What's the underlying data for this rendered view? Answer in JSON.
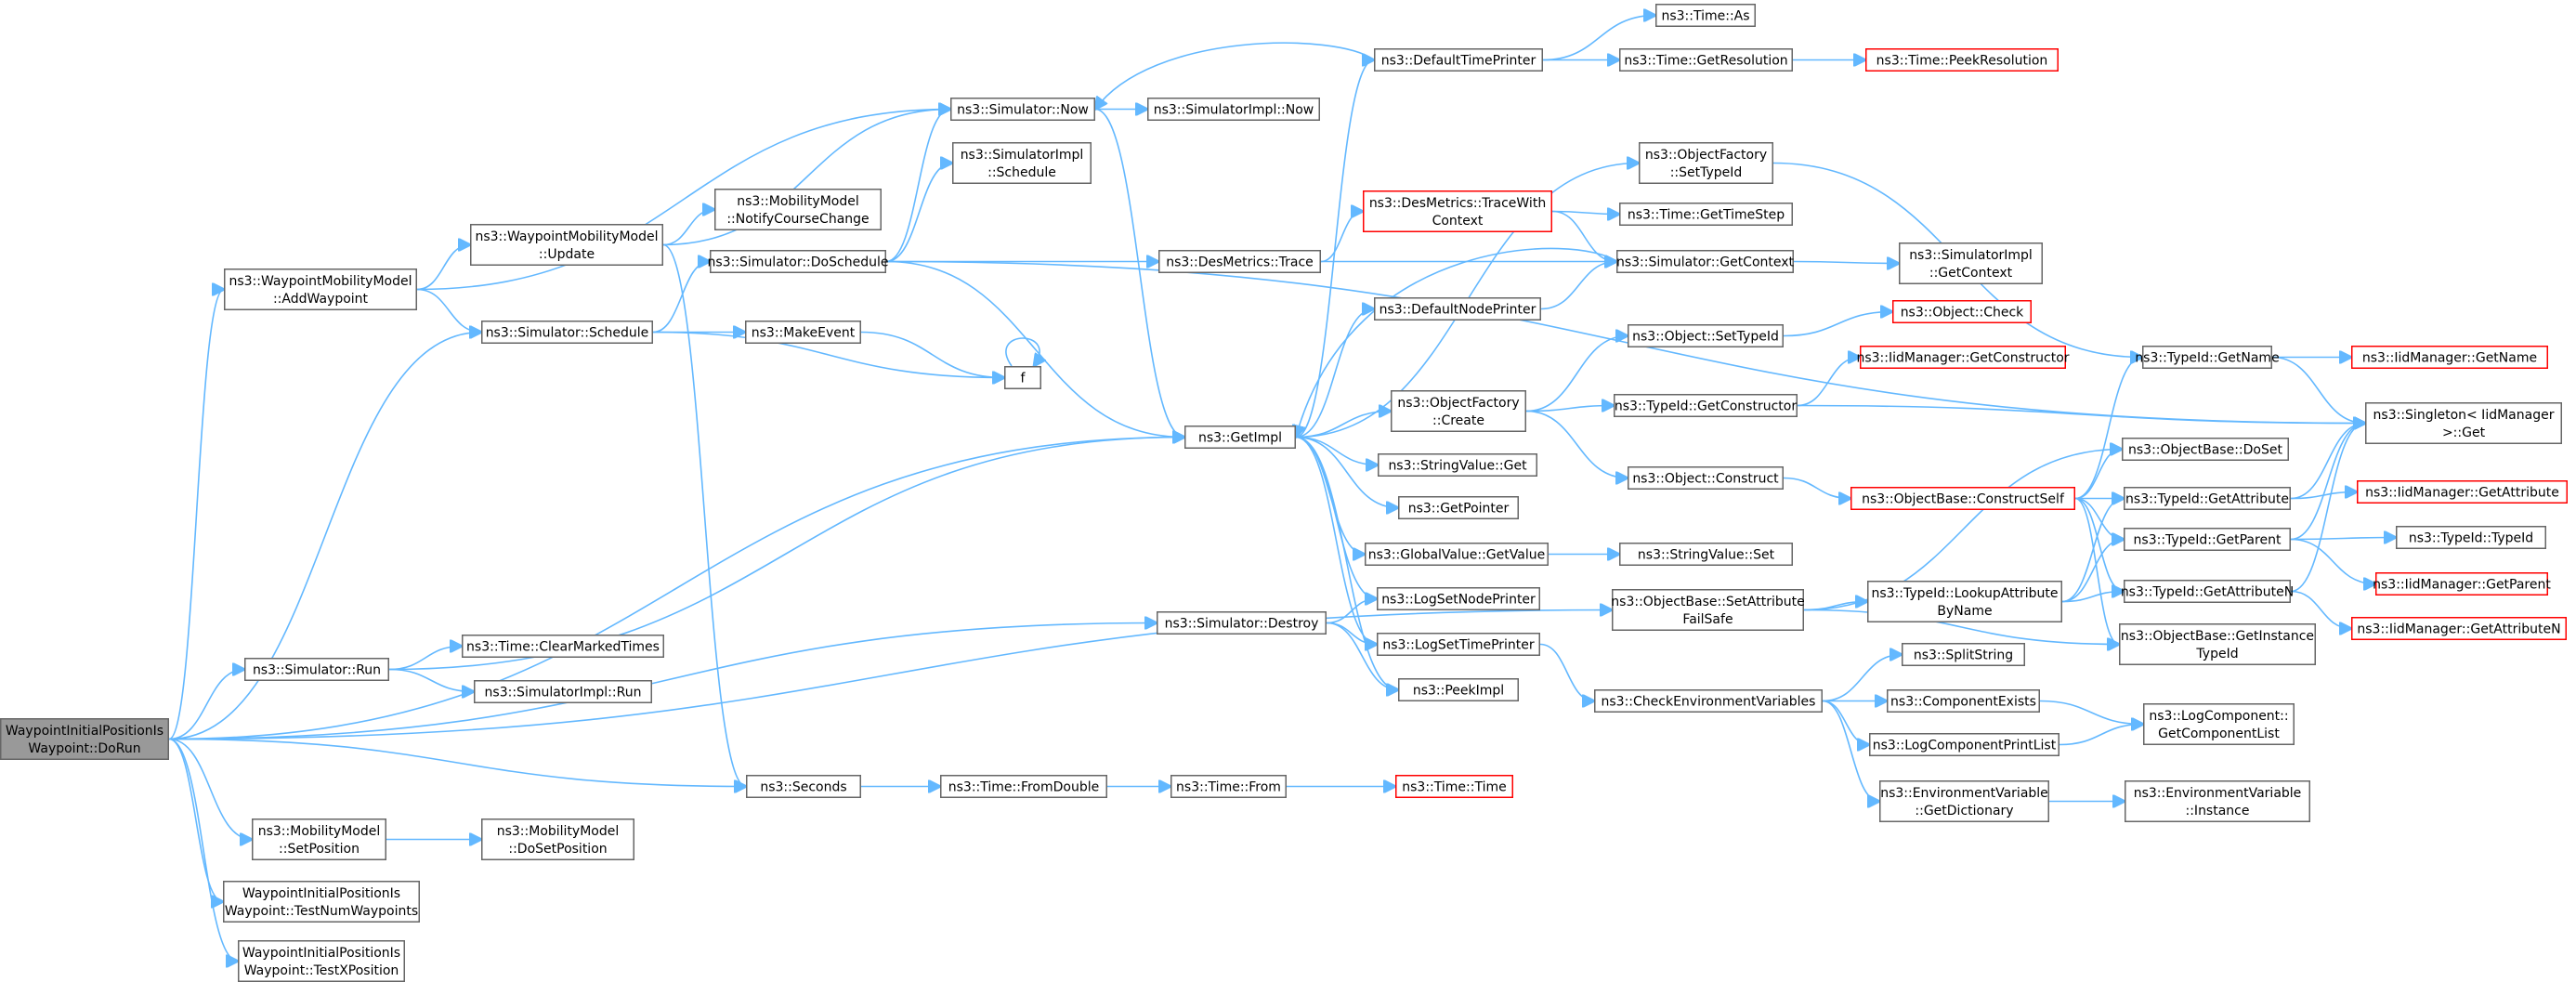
{
  "graph": {
    "nodes": [
      {
        "id": "root",
        "lines": [
          "WaypointInitialPositionIs",
          "Waypoint::DoRun"
        ],
        "style": "root"
      },
      {
        "id": "addwaypoint",
        "lines": [
          "ns3::WaypointMobilityModel",
          "::AddWaypoint"
        ]
      },
      {
        "id": "wmm_update",
        "lines": [
          "ns3::WaypointMobilityModel",
          "::Update"
        ]
      },
      {
        "id": "notifycourse",
        "lines": [
          "ns3::MobilityModel",
          "::NotifyCourseChange"
        ]
      },
      {
        "id": "sim_now",
        "lines": [
          "ns3::Simulator::Now"
        ]
      },
      {
        "id": "simimpl_now",
        "lines": [
          "ns3::SimulatorImpl::Now"
        ]
      },
      {
        "id": "simimpl_schedule",
        "lines": [
          "ns3::SimulatorImpl",
          "::Schedule"
        ]
      },
      {
        "id": "sim_doschedule",
        "lines": [
          "ns3::Simulator::DoSchedule"
        ]
      },
      {
        "id": "sim_schedule",
        "lines": [
          "ns3::Simulator::Schedule"
        ]
      },
      {
        "id": "makeevent",
        "lines": [
          "ns3::MakeEvent"
        ]
      },
      {
        "id": "f",
        "lines": [
          "f"
        ]
      },
      {
        "id": "getimpl",
        "lines": [
          "ns3::GetImpl"
        ]
      },
      {
        "id": "defaulttimeprinter",
        "lines": [
          "ns3::DefaultTimePrinter"
        ]
      },
      {
        "id": "time_as",
        "lines": [
          "ns3::Time::As"
        ]
      },
      {
        "id": "time_getresolution",
        "lines": [
          "ns3::Time::GetResolution"
        ]
      },
      {
        "id": "time_peekresolution",
        "lines": [
          "ns3::Time::PeekResolution"
        ],
        "style": "red"
      },
      {
        "id": "objfactory_settypeid",
        "lines": [
          "ns3::ObjectFactory",
          "::SetTypeId"
        ]
      },
      {
        "id": "desmetrics_tracewith",
        "lines": [
          "ns3::DesMetrics::TraceWith",
          "Context"
        ],
        "style": "red"
      },
      {
        "id": "time_gettimestep",
        "lines": [
          "ns3::Time::GetTimeStep"
        ]
      },
      {
        "id": "desmetrics_trace",
        "lines": [
          "ns3::DesMetrics::Trace"
        ]
      },
      {
        "id": "sim_getcontext",
        "lines": [
          "ns3::Simulator::GetContext"
        ]
      },
      {
        "id": "simimpl_getcontext",
        "lines": [
          "ns3::SimulatorImpl",
          "::GetContext"
        ]
      },
      {
        "id": "defaultnodeprinter",
        "lines": [
          "ns3::DefaultNodePrinter"
        ]
      },
      {
        "id": "obj_settypeid",
        "lines": [
          "ns3::Object::SetTypeId"
        ]
      },
      {
        "id": "obj_check",
        "lines": [
          "ns3::Object::Check"
        ],
        "style": "red"
      },
      {
        "id": "iid_getconstructor",
        "lines": [
          "ns3::IidManager::GetConstructor"
        ],
        "style": "red"
      },
      {
        "id": "objfactory_create",
        "lines": [
          "ns3::ObjectFactory",
          "::Create"
        ]
      },
      {
        "id": "typeid_getconstructor",
        "lines": [
          "ns3::TypeId::GetConstructor"
        ]
      },
      {
        "id": "typeid_getname",
        "lines": [
          "ns3::TypeId::GetName"
        ]
      },
      {
        "id": "iid_getname",
        "lines": [
          "ns3::IidManager::GetName"
        ],
        "style": "red"
      },
      {
        "id": "singleton_get",
        "lines": [
          "ns3::Singleton< IidManager",
          " >::Get"
        ]
      },
      {
        "id": "stringvalue_get",
        "lines": [
          "ns3::StringValue::Get"
        ]
      },
      {
        "id": "obj_construct",
        "lines": [
          "ns3::Object::Construct"
        ]
      },
      {
        "id": "objbase_doset",
        "lines": [
          "ns3::ObjectBase::DoSet"
        ]
      },
      {
        "id": "getpointer",
        "lines": [
          "ns3::GetPointer"
        ]
      },
      {
        "id": "objbase_constructself",
        "lines": [
          "ns3::ObjectBase::ConstructSelf"
        ],
        "style": "red"
      },
      {
        "id": "typeid_getattribute",
        "lines": [
          "ns3::TypeId::GetAttribute"
        ]
      },
      {
        "id": "iid_getattribute",
        "lines": [
          "ns3::IidManager::GetAttribute"
        ],
        "style": "red"
      },
      {
        "id": "globalvalue_getvalue",
        "lines": [
          "ns3::GlobalValue::GetValue"
        ]
      },
      {
        "id": "stringvalue_set",
        "lines": [
          "ns3::StringValue::Set"
        ]
      },
      {
        "id": "typeid_lookupattr",
        "lines": [
          "ns3::TypeId::LookupAttribute",
          "ByName"
        ]
      },
      {
        "id": "typeid_getparent",
        "lines": [
          "ns3::TypeId::GetParent"
        ]
      },
      {
        "id": "typeid_typeid",
        "lines": [
          "ns3::TypeId::TypeId"
        ]
      },
      {
        "id": "iid_getparent",
        "lines": [
          "ns3::IidManager::GetParent"
        ],
        "style": "red"
      },
      {
        "id": "sim_destroy",
        "lines": [
          "ns3::Simulator::Destroy"
        ]
      },
      {
        "id": "logsetnodeprinter",
        "lines": [
          "ns3::LogSetNodePrinter"
        ]
      },
      {
        "id": "typeid_getattributen",
        "lines": [
          "ns3::TypeId::GetAttributeN"
        ]
      },
      {
        "id": "iid_getattributen",
        "lines": [
          "ns3::IidManager::GetAttributeN"
        ],
        "style": "red"
      },
      {
        "id": "objbase_setattrfailsafe",
        "lines": [
          "ns3::ObjectBase::SetAttribute",
          "FailSafe"
        ]
      },
      {
        "id": "sim_run",
        "lines": [
          "ns3::Simulator::Run"
        ]
      },
      {
        "id": "time_clearmarked",
        "lines": [
          "ns3::Time::ClearMarkedTimes"
        ]
      },
      {
        "id": "logsettimeprinter",
        "lines": [
          "ns3::LogSetTimePrinter"
        ]
      },
      {
        "id": "objbase_getinstancetypeid",
        "lines": [
          "ns3::ObjectBase::GetInstance",
          "TypeId"
        ]
      },
      {
        "id": "splitstring",
        "lines": [
          "ns3::SplitString"
        ]
      },
      {
        "id": "simimpl_run",
        "lines": [
          "ns3::SimulatorImpl::Run"
        ]
      },
      {
        "id": "peekimpl",
        "lines": [
          "ns3::PeekImpl"
        ]
      },
      {
        "id": "checkenv",
        "lines": [
          "ns3::CheckEnvironmentVariables"
        ]
      },
      {
        "id": "componentexists",
        "lines": [
          "ns3::ComponentExists"
        ]
      },
      {
        "id": "logcomp_getlist",
        "lines": [
          "ns3::LogComponent::",
          "GetComponentList"
        ]
      },
      {
        "id": "logcompprintlist",
        "lines": [
          "ns3::LogComponentPrintList"
        ]
      },
      {
        "id": "seconds",
        "lines": [
          "ns3::Seconds"
        ]
      },
      {
        "id": "time_fromdouble",
        "lines": [
          "ns3::Time::FromDouble"
        ]
      },
      {
        "id": "time_from",
        "lines": [
          "ns3::Time::From"
        ]
      },
      {
        "id": "time_time",
        "lines": [
          "ns3::Time::Time"
        ],
        "style": "red"
      },
      {
        "id": "envvar_getdict",
        "lines": [
          "ns3::EnvironmentVariable",
          "::GetDictionary"
        ]
      },
      {
        "id": "envvar_instance",
        "lines": [
          "ns3::EnvironmentVariable",
          "::Instance"
        ]
      },
      {
        "id": "mm_setposition",
        "lines": [
          "ns3::MobilityModel",
          "::SetPosition"
        ]
      },
      {
        "id": "mm_dosetposition",
        "lines": [
          "ns3::MobilityModel",
          "::DoSetPosition"
        ]
      },
      {
        "id": "testnumwaypoints",
        "lines": [
          "WaypointInitialPositionIs",
          "Waypoint::TestNumWaypoints"
        ]
      },
      {
        "id": "testxposition",
        "lines": [
          "WaypointInitialPositionIs",
          "Waypoint::TestXPosition"
        ]
      }
    ]
  }
}
